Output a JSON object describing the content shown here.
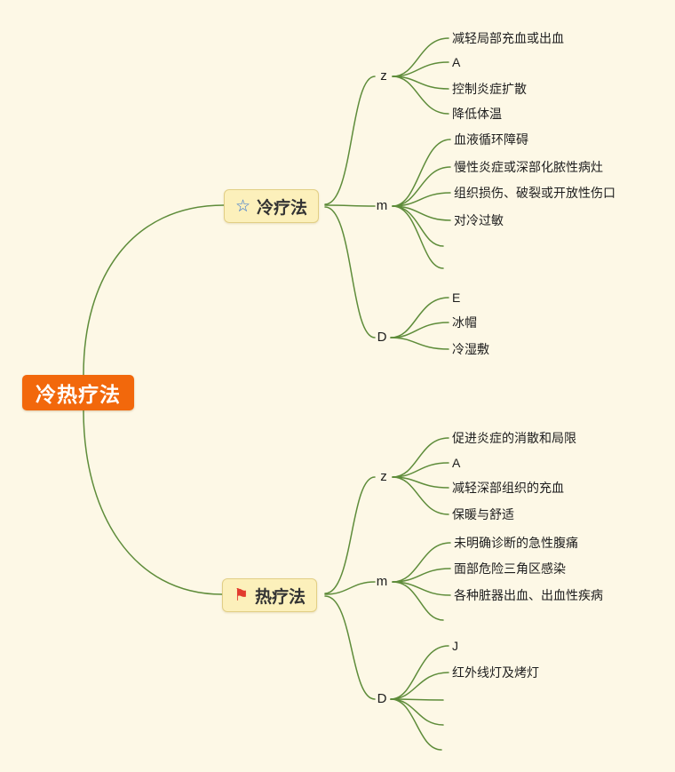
{
  "title": "冷热疗法",
  "root": {
    "label": "冷热疗法"
  },
  "icons": {
    "star": "☆",
    "flag": "⚑"
  },
  "colors": {
    "background": "#fdf8e6",
    "root_bg": "#f2680c",
    "root_text": "#ffffff",
    "branch_bg": "#fcf0bb",
    "branch_border": "#e2cf85",
    "line": "#5e8c3a",
    "star_icon": "#2c6fd2",
    "flag_icon": "#e23b2e",
    "leaf_text": "#1d1d1d"
  },
  "branches": [
    {
      "label": "冷疗法",
      "icon": "star-icon",
      "groups": [
        {
          "key": "z",
          "leaves": [
            "减轻局部充血或出血",
            "A",
            "控制炎症扩散",
            "降低体温"
          ]
        },
        {
          "key": "m",
          "leaves": [
            "血液循环障碍",
            "慢性炎症或深部化脓性病灶",
            "组织损伤、破裂或开放性伤口",
            "对冷过敏",
            "",
            ""
          ]
        },
        {
          "key": "D",
          "leaves": [
            "E",
            "冰帽",
            "冷湿敷"
          ]
        }
      ]
    },
    {
      "label": "热疗法",
      "icon": "flag-icon",
      "groups": [
        {
          "key": "z",
          "leaves": [
            "促进炎症的消散和局限",
            "A",
            "减轻深部组织的充血",
            "保暖与舒适"
          ]
        },
        {
          "key": "m",
          "leaves": [
            "未明确诊断的急性腹痛",
            "面部危险三角区感染",
            "各种脏器出血、出血性疾病",
            ""
          ]
        },
        {
          "key": "D",
          "leaves": [
            "J",
            "红外线灯及烤灯",
            "",
            "",
            ""
          ]
        }
      ]
    }
  ]
}
